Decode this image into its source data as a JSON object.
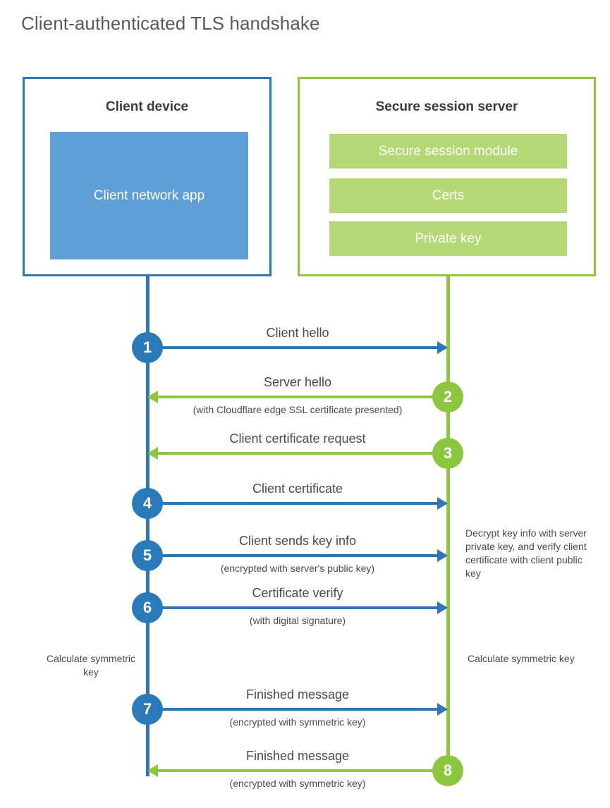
{
  "title": "Client-authenticated TLS handshake",
  "colors": {
    "client_blue": "#2f76b5",
    "client_circle_blue": "#2a7ab9",
    "client_app_blue": "#5f9fd8",
    "server_green": "#8cc63e",
    "server_block_green": "#b5d877",
    "text_gray": "#4a4a4a",
    "title_gray": "#595959"
  },
  "participants": {
    "client": {
      "title": "Client device",
      "blocks": [
        "Client network app"
      ]
    },
    "server": {
      "title": "Secure session server",
      "blocks": [
        "Secure session module",
        "Certs",
        "Private key"
      ]
    }
  },
  "messages": [
    {
      "step": "1",
      "label": "Client hello",
      "sublabel": "",
      "direction": "client-to-server",
      "color": "blue"
    },
    {
      "step": "2",
      "label": "Server hello",
      "sublabel": "(with Cloudflare edge SSL certificate presented)",
      "direction": "server-to-client",
      "color": "green"
    },
    {
      "step": "3",
      "label": "Client certificate request",
      "sublabel": "",
      "direction": "server-to-client",
      "color": "green"
    },
    {
      "step": "4",
      "label": "Client certificate",
      "sublabel": "",
      "direction": "client-to-server",
      "color": "blue"
    },
    {
      "step": "5",
      "label": "Client sends key info",
      "sublabel": "(encrypted with server's public key)",
      "direction": "client-to-server",
      "color": "blue"
    },
    {
      "step": "6",
      "label": "Certificate verify",
      "sublabel": "(with digital signature)",
      "direction": "client-to-server",
      "color": "blue"
    },
    {
      "step": "7",
      "label": "Finished message",
      "sublabel": "(encrypted with symmetric key)",
      "direction": "client-to-server",
      "color": "blue"
    },
    {
      "step": "8",
      "label": "Finished message",
      "sublabel": "(encrypted with symmetric key)",
      "direction": "server-to-client",
      "color": "green"
    }
  ],
  "annotations": {
    "server_decrypt": "Decrypt key info with server private key, and verify client certificate with client public key",
    "client_calculate": "Calculate symmetric key",
    "server_calculate": "Calculate symmetric key"
  }
}
